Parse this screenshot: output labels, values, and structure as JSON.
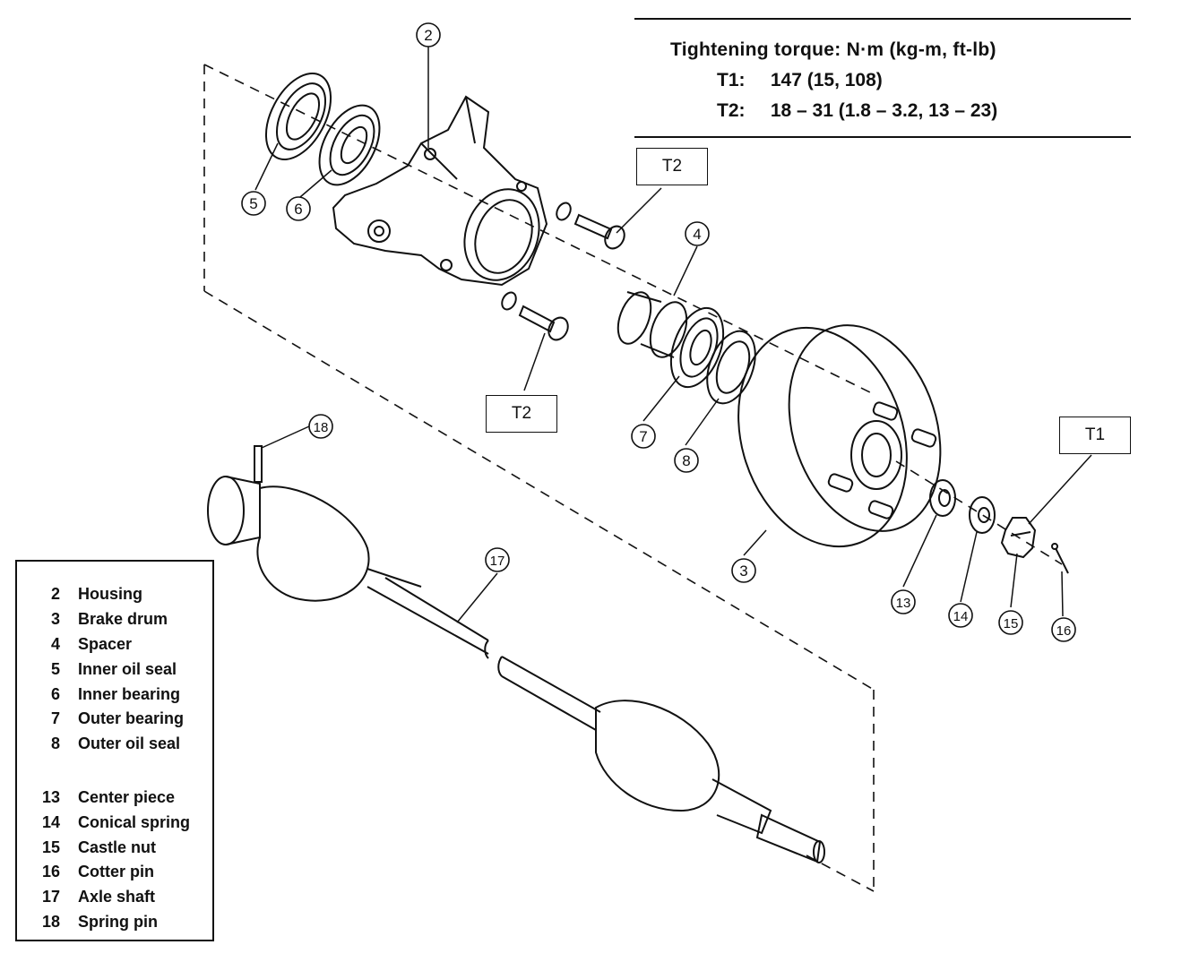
{
  "torque": {
    "title": "Tightening torque:  N·m (kg-m, ft-lb)",
    "rows": [
      {
        "key": "T1:",
        "value": "147 (15, 108)"
      },
      {
        "key": "T2:",
        "value": "18 – 31 (1.8 – 3.2, 13 – 23)"
      }
    ]
  },
  "tags": {
    "t2_upper": "T2",
    "t2_lower": "T2",
    "t1": "T1"
  },
  "callouts": [
    "2",
    "3",
    "4",
    "5",
    "6",
    "7",
    "8",
    "13",
    "14",
    "15",
    "16",
    "17",
    "18"
  ],
  "legend": {
    "group1": [
      {
        "num": "2",
        "label": "Housing"
      },
      {
        "num": "3",
        "label": "Brake drum"
      },
      {
        "num": "4",
        "label": "Spacer"
      },
      {
        "num": "5",
        "label": "Inner oil seal"
      },
      {
        "num": "6",
        "label": "Inner bearing"
      },
      {
        "num": "7",
        "label": "Outer bearing"
      },
      {
        "num": "8",
        "label": "Outer oil seal"
      }
    ],
    "group2": [
      {
        "num": "13",
        "label": "Center piece"
      },
      {
        "num": "14",
        "label": "Conical spring"
      },
      {
        "num": "15",
        "label": "Castle nut"
      },
      {
        "num": "16",
        "label": "Cotter pin"
      },
      {
        "num": "17",
        "label": "Axle shaft"
      },
      {
        "num": "18",
        "label": "Spring pin"
      }
    ]
  }
}
